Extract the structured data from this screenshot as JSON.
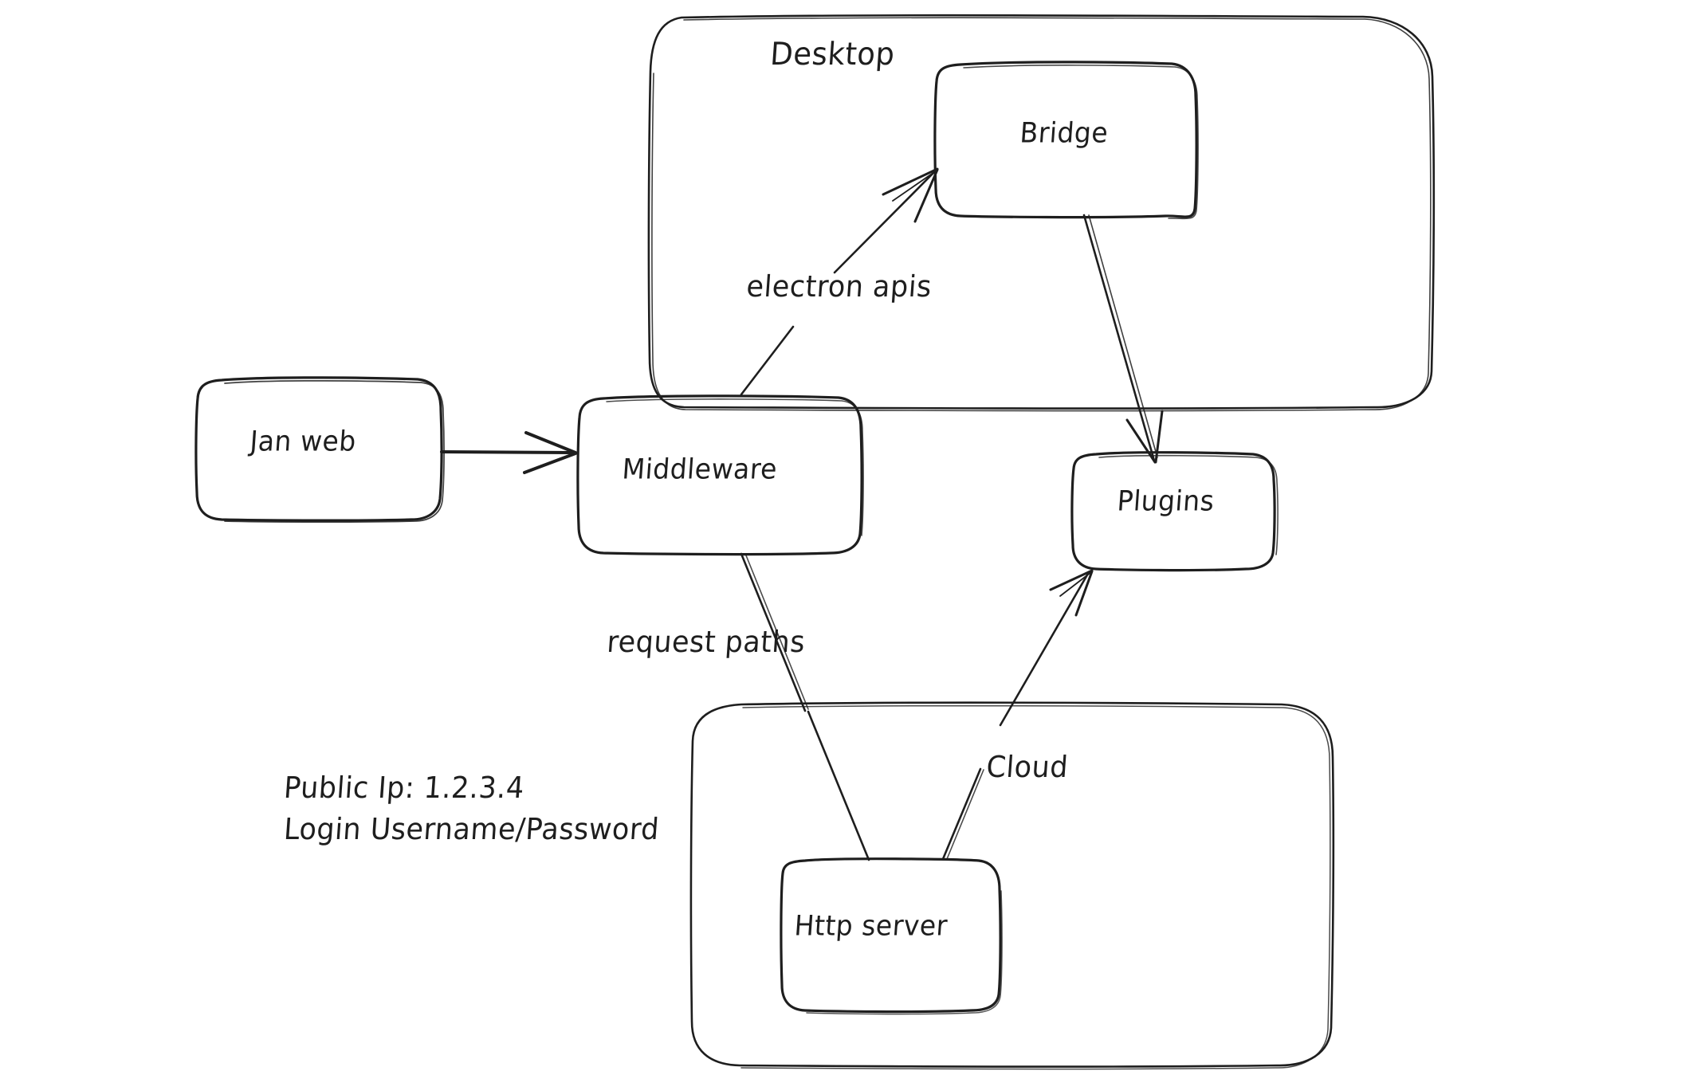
{
  "diagram": {
    "title": "Jan architecture whiteboard sketch",
    "background_color": "#ffffff",
    "stroke_color": "#1e1e1e",
    "style": "hand-drawn",
    "containers": [
      {
        "id": "desktop",
        "label": "Desktop"
      },
      {
        "id": "cloud_group",
        "label": ""
      }
    ],
    "nodes": [
      {
        "id": "jan_web",
        "label": "Jan web"
      },
      {
        "id": "middleware",
        "label": "Middleware"
      },
      {
        "id": "bridge",
        "label": "Bridge"
      },
      {
        "id": "plugins",
        "label": "Plugins"
      },
      {
        "id": "http_server",
        "label": "Http server"
      }
    ],
    "edges": [
      {
        "id": "e1",
        "from": "jan_web",
        "to": "middleware",
        "label": ""
      },
      {
        "id": "e2",
        "from": "middleware",
        "to": "bridge",
        "label": "electron apis"
      },
      {
        "id": "e3",
        "from": "bridge",
        "to": "plugins",
        "label": ""
      },
      {
        "id": "e4",
        "from": "middleware",
        "to": "http_server",
        "label": "request paths"
      },
      {
        "id": "e5",
        "from": "http_server",
        "to": "plugins",
        "label": "Cloud"
      }
    ],
    "notes": {
      "public_ip": "Public Ip: 1.2.3.4",
      "login": "Login Username/Password"
    }
  }
}
